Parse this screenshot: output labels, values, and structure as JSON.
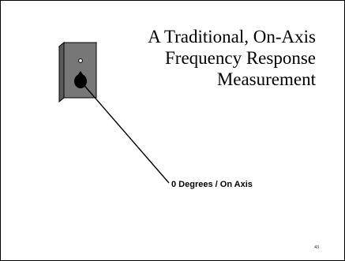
{
  "slide": {
    "title_lines": [
      "A Traditional, On-Axis",
      "Frequency Response",
      "Measurement"
    ],
    "axis_label": "0 Degrees / On Axis",
    "page_number": "43"
  },
  "colors": {
    "speaker_front": "#777777",
    "speaker_side": "#5a5a5a",
    "speaker_top": "#9a9a9a",
    "outline": "#000000",
    "background": "#ffffff"
  },
  "icons": {
    "speaker": "loudspeaker-cabinet-icon"
  }
}
